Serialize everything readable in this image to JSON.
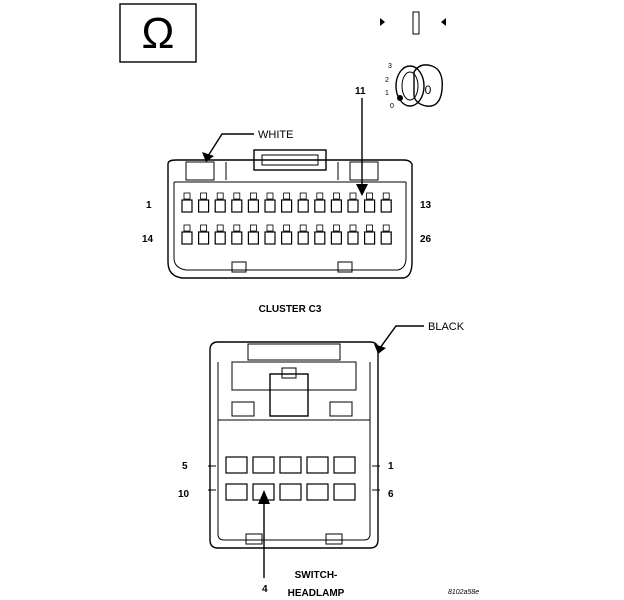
{
  "symbol": {
    "glyph": "Ω",
    "icon": "ohmmeter-symbol-icon"
  },
  "ignition_key": {
    "positions": [
      "3",
      "2",
      "1",
      "0"
    ],
    "key_glyph": "0"
  },
  "cluster_connector": {
    "color_label": "WHITE",
    "name": "CLUSTER C3",
    "pin_callout": "11",
    "row1_start": "1",
    "row1_end": "13",
    "row2_start": "14",
    "row2_end": "26"
  },
  "headlamp_connector": {
    "color_label": "BLACK",
    "row1_left": "5",
    "row1_right": "1",
    "row2_left": "10",
    "row2_right": "6",
    "pin_callout": "4",
    "name_line1": "SWITCH-",
    "name_line2": "HEADLAMP"
  },
  "figure_code": "8102a58e"
}
